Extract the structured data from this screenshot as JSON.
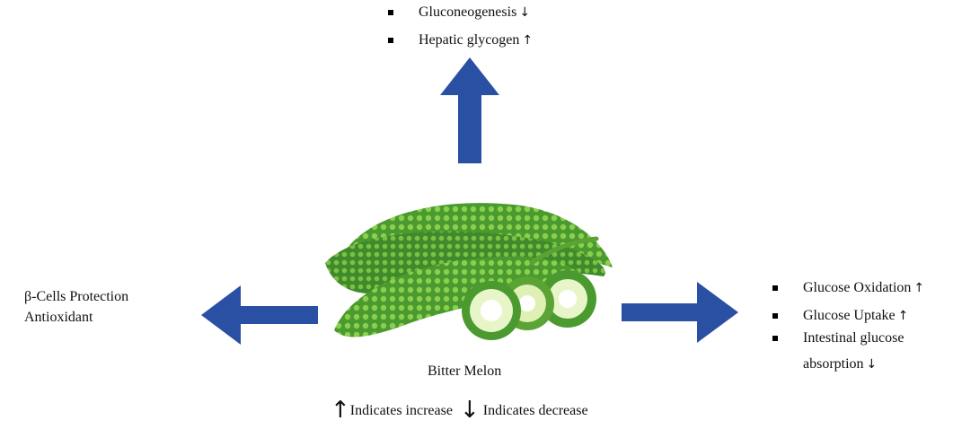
{
  "top": {
    "items": [
      {
        "label": "Gluconeogenesis",
        "arrow": "↓"
      },
      {
        "label": "Hepatic glycogen",
        "arrow": "↑"
      }
    ]
  },
  "left": {
    "lines": [
      "β-Cells Protection",
      "Antioxidant"
    ]
  },
  "right": {
    "items": [
      {
        "label": "Glucose Oxidation",
        "arrow": "↑"
      },
      {
        "label": "Glucose Uptake",
        "arrow": "↑"
      },
      {
        "label": "Intestinal glucose",
        "arrow": ""
      },
      {
        "label": "absorption",
        "arrow": "↓"
      }
    ]
  },
  "center": {
    "caption": "Bitter Melon"
  },
  "legend": {
    "up_symbol": "↑",
    "up_text": "Indicates increase",
    "down_symbol": "↓",
    "down_text": "Indicates decrease"
  },
  "colors": {
    "arrow": "#2a50a3",
    "melon_dark": "#3f8a2a",
    "melon_light": "#8bcf4f",
    "melon_slice": "#e8f5c8"
  },
  "icons": {
    "center_image": "bitter-melon-image"
  }
}
